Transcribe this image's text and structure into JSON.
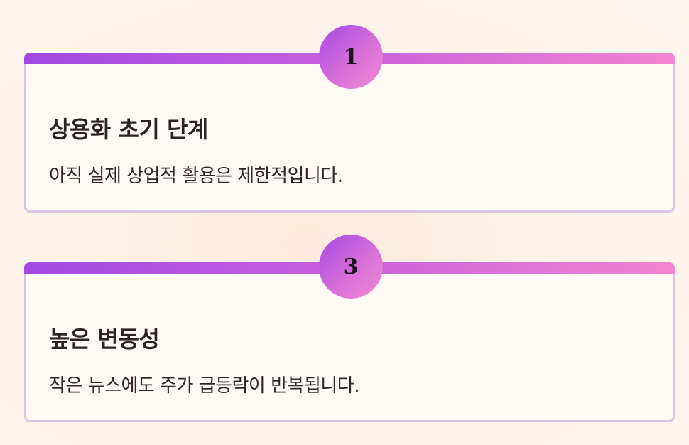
{
  "cards": [
    {
      "number": "1",
      "title": "상용화 초기 단계",
      "description": "아직 실제 상업적 활용은 제한적입니다."
    },
    {
      "number": "3",
      "title": "높은 변동성",
      "description": "작은 뉴스에도 주가 급등락이 반복됩니다."
    }
  ]
}
